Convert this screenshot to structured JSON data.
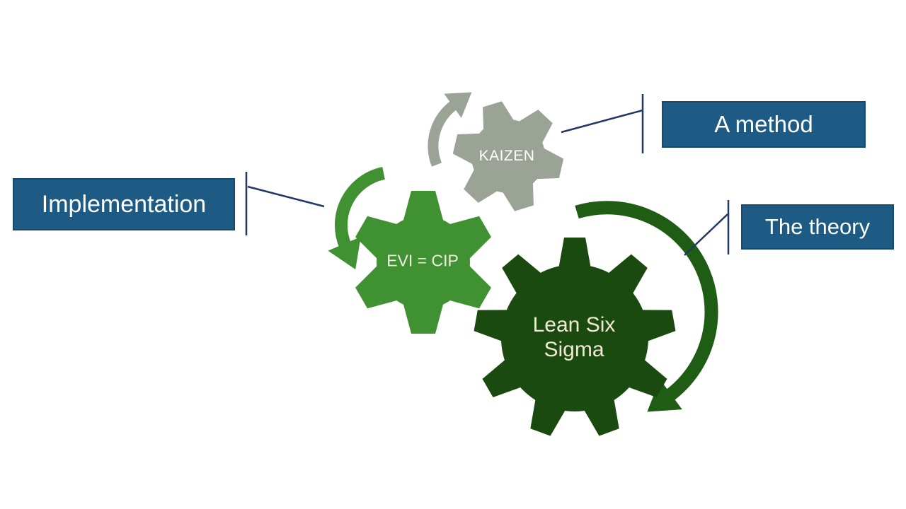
{
  "slide": {
    "background": "#ffffff"
  },
  "gears": {
    "kaizen": {
      "label": "KAIZEN",
      "color": "#9aa396",
      "text_color": "#ffffff"
    },
    "evi_cip": {
      "label": "EVI = CIP",
      "color": "#3f9132",
      "text_color": "#f2efe0"
    },
    "lean_six_sigma": {
      "label": "Lean Six Sigma",
      "lines": [
        "Lean Six",
        "Sigma"
      ],
      "color": "#1a4a0f",
      "text_color": "#efe9d3"
    }
  },
  "arrows": {
    "kaizen_arrow_color": "#9aa396",
    "evi_arrow_color": "#3f9132",
    "lean_arrow_color": "#1f5c14"
  },
  "callouts": {
    "a_method": {
      "label": "A method"
    },
    "implementation": {
      "label": "Implementation"
    },
    "the_theory": {
      "label": "The theory"
    }
  },
  "style": {
    "callout_bg": "#1d5b85",
    "callout_text": "#ffffff",
    "connector_color": "#1f3864"
  }
}
